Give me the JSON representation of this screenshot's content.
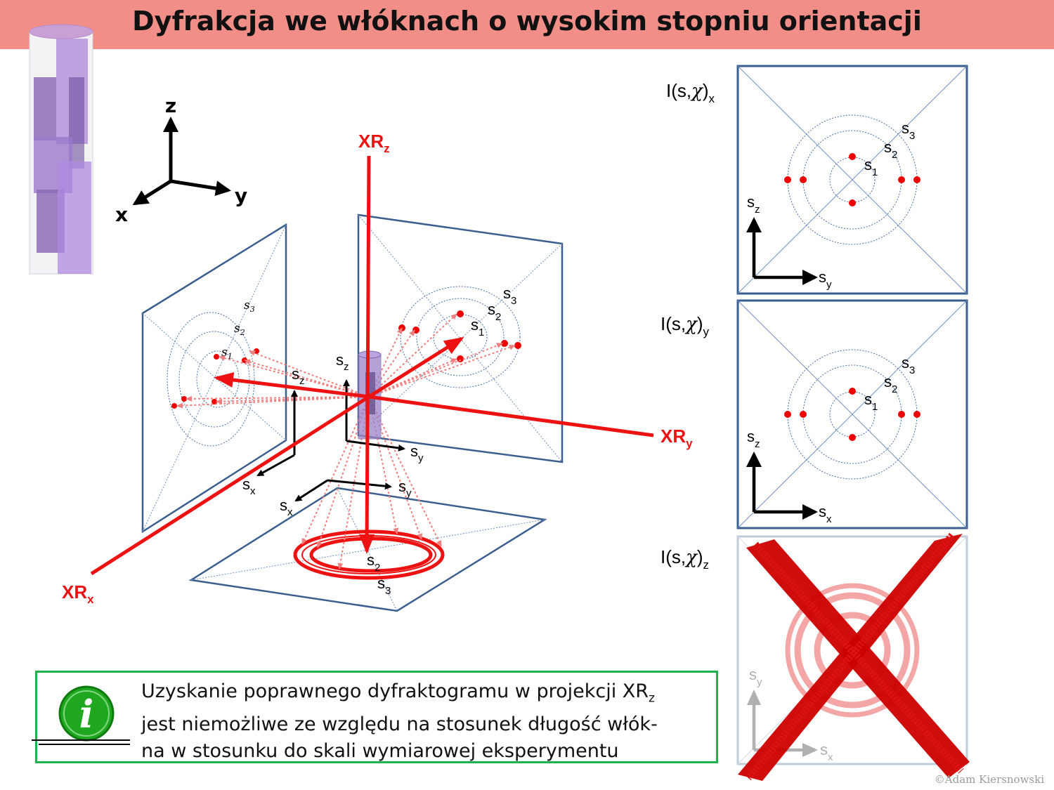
{
  "title": "Dyfrakcja we włóknach o wysokim stopniu orientacji",
  "axes3d": {
    "z": "z",
    "y": "y",
    "x": "x"
  },
  "beams": {
    "z": {
      "base": "XR",
      "sub": "z"
    },
    "y": {
      "base": "XR",
      "sub": "y"
    },
    "x": {
      "base": "XR",
      "sub": "x"
    }
  },
  "ring_labels": {
    "s1": {
      "b": "s",
      "n": "1"
    },
    "s2": {
      "b": "s",
      "n": "2"
    },
    "s3": {
      "b": "s",
      "n": "3"
    }
  },
  "reciprocal_axes": {
    "sx": {
      "b": "s",
      "n": "x"
    },
    "sy": {
      "b": "s",
      "n": "y"
    },
    "sz": {
      "b": "s",
      "n": "z"
    }
  },
  "panels": [
    {
      "label": {
        "pre": "I(s,",
        "chi": "χ",
        "post": ")",
        "sub": "x"
      },
      "h_axis": {
        "b": "s",
        "n": "y"
      },
      "v_axis": {
        "b": "s",
        "n": "z"
      }
    },
    {
      "label": {
        "pre": "I(s,",
        "chi": "χ",
        "post": ")",
        "sub": "y"
      },
      "h_axis": {
        "b": "s",
        "n": "x"
      },
      "v_axis": {
        "b": "s",
        "n": "z"
      }
    },
    {
      "label": {
        "pre": "I(s,",
        "chi": "χ",
        "post": ")",
        "sub": "z"
      },
      "h_axis": {
        "b": "s",
        "n": "x"
      },
      "v_axis": {
        "b": "s",
        "n": "y"
      }
    }
  ],
  "info": {
    "line1": "Uzyskanie poprawnego dyfraktogramu w projekcji XR",
    "line1_sub": "z",
    "line2": "jest niemożliwe ze względu na stosunek długość włók-",
    "line3": "na w stosunku do skali wymiarowej eksperymentu",
    "icon_letter": "i"
  },
  "credit": "©Adam Kiersnowski",
  "colors": {
    "beam": "#ee1111",
    "panel_border": "#3a5f8f",
    "ring": "#4a6fa5",
    "info_border": "#22b14c",
    "info_icon": "#1fa81f",
    "title_bg": "#f28e88"
  }
}
